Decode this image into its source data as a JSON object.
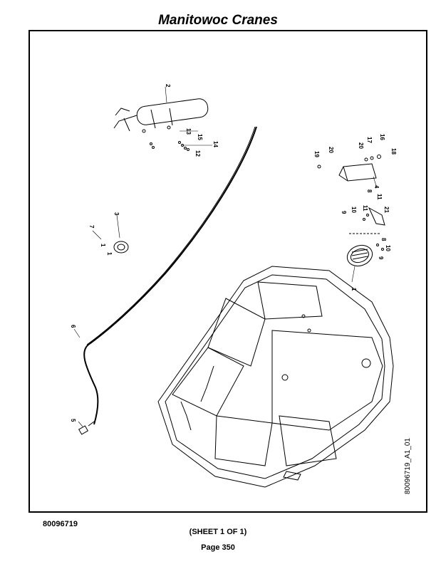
{
  "header": {
    "title": "Manitowoc Cranes"
  },
  "footer": {
    "drawing_number": "80096719",
    "sheet": "(SHEET 1 OF 1)",
    "page": "Page 350"
  },
  "figure": {
    "figure_id": "80096719_A1_01",
    "callouts": {
      "c1": "1",
      "c2": "2",
      "c3": "3",
      "c4": "4",
      "c5": "5",
      "c6": "6",
      "c7": "7",
      "c8a": "8",
      "c8b": "8",
      "c9a": "9",
      "c9b": "9",
      "c10a": "10",
      "c10b": "10",
      "c11a": "11",
      "c11b": "11",
      "c12": "12",
      "c13": "13",
      "c14": "14",
      "c15": "15",
      "c16": "16",
      "c17": "17",
      "c18": "18",
      "c19": "19",
      "c20a": "20",
      "c20b": "20",
      "c21": "21",
      "c1b": "1",
      "c1c": "1"
    }
  }
}
